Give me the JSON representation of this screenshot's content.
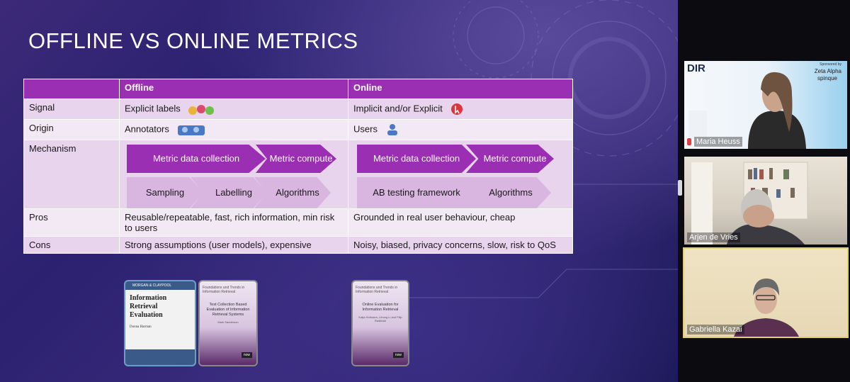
{
  "slide": {
    "title": "OFFLINE VS ONLINE METRICS",
    "table": {
      "headers": [
        "",
        "Offline",
        "Online"
      ],
      "rows": [
        {
          "label": "Signal",
          "offline": "Explicit labels",
          "online": "Implicit and/or Explicit"
        },
        {
          "label": "Origin",
          "offline": "Annotators",
          "online": "Users"
        },
        {
          "label": "Mechanism",
          "offline": "",
          "online": ""
        },
        {
          "label": "Pros",
          "offline": "Reusable/repeatable, fast, rich information, min risk to users",
          "online": "Grounded in real user behaviour, cheap"
        },
        {
          "label": "Cons",
          "offline": "Strong assumptions (user models), expensive",
          "online": "Noisy, biased, privacy concerns, slow, risk to QoS"
        }
      ]
    },
    "mechanism": {
      "offline": {
        "top": [
          "Metric data collection",
          "Metric compute"
        ],
        "bottom": [
          "Sampling",
          "Labelling",
          "Algorithms"
        ]
      },
      "online": {
        "top": [
          "Metric data collection",
          "Metric compute"
        ],
        "bottom": [
          "AB testing framework",
          "Algorithms"
        ]
      }
    },
    "books": [
      {
        "title": "Information Retrieval Evaluation",
        "author": "Donna Harman",
        "publisher": "MORGAN & CLAYPOOL PUBLISHERS"
      },
      {
        "title": "Test Collection Based Evaluation of Information Retrieval Systems",
        "author": "Mark Sanderson",
        "publisher": "now"
      },
      {
        "title": "Online Evaluation for Information Retrieval",
        "author": "Katja Hofmann, Lihong Li and Filip Radlinski",
        "publisher": "now"
      }
    ]
  },
  "participants": [
    {
      "name": "Maria Heuss",
      "banner": "DIR",
      "sponsor_label": "Sponsored by",
      "sponsors": [
        "Zeta Alpha",
        "spinque"
      ]
    },
    {
      "name": "Arjen de Vries"
    },
    {
      "name": "Gabriella Kazai"
    }
  ],
  "colors": {
    "accent": "#9a2fb3",
    "row_odd": "#e8d4ec",
    "row_even": "#f3e9f4",
    "active_speaker": "#e0d070"
  }
}
